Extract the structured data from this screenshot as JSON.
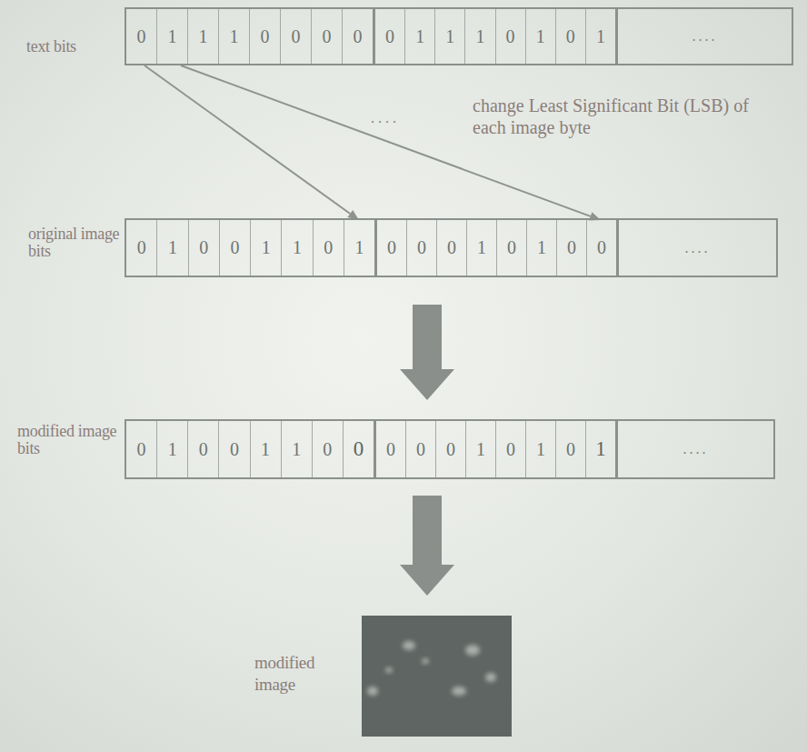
{
  "diagram": {
    "nodes": [
      {
        "text": [
          "text bits"
        ]
      },
      {
        "text": [
          "0",
          "1",
          "1",
          "1",
          "0",
          "0",
          "0",
          "0"
        ],
        "in": 0
      },
      {
        "text": [
          "0",
          "1",
          "1",
          "1",
          "0",
          "1",
          "0",
          "1"
        ],
        "in": 0
      },
      {
        "text": [
          "...."
        ],
        "in": 0
      },
      {
        "text": [
          "original image bits"
        ]
      },
      {
        "text": [
          "0",
          "1",
          "0",
          "0",
          "1",
          "1",
          "0",
          "1"
        ],
        "in": 4
      },
      {
        "text": [
          "0",
          "0",
          "0",
          "1",
          "0",
          "1",
          "0",
          "0"
        ],
        "in": 4
      },
      {
        "text": [
          "...."
        ],
        "in": 4
      },
      {
        "text": [
          "modified image bits"
        ]
      },
      {
        "text": [
          "0",
          "1",
          "0",
          "0",
          "1",
          "1",
          "0",
          "0"
        ],
        "in": 8
      },
      {
        "text": [
          "0",
          "0",
          "0",
          "1",
          "0",
          "1",
          "0",
          "1"
        ],
        "in": 8
      },
      {
        "text": [
          "...."
        ],
        "in": 8
      },
      {
        "text": [
          "modified image"
        ]
      }
    ],
    "edges": [
      {
        "from": 0,
        "to": 5,
        "arrow": "to"
      },
      {
        "from": 0,
        "to": 6,
        "arrow": "to"
      },
      {
        "from": 4,
        "to": 8,
        "arrow": "to"
      },
      {
        "from": 8,
        "to": 12,
        "arrow": "to"
      }
    ],
    "labels": [
      "....",
      "change Least Significant Bit (LSB) of each image byte"
    ]
  }
}
